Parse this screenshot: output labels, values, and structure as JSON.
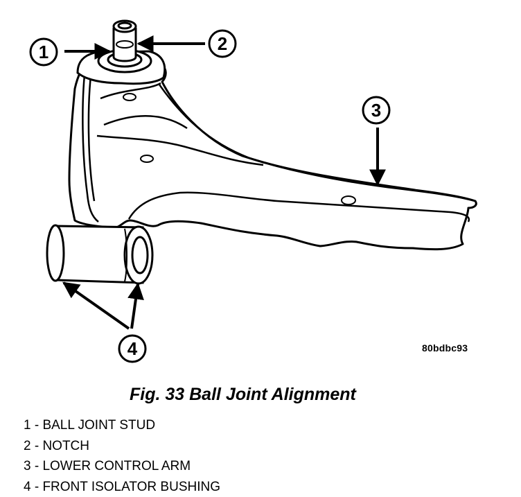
{
  "callouts": [
    {
      "number": "1"
    },
    {
      "number": "2"
    },
    {
      "number": "3"
    },
    {
      "number": "4"
    }
  ],
  "drawing_id": "80bdbc93",
  "caption": "Fig. 33 Ball Joint Alignment",
  "legend": [
    {
      "text": "1 - BALL JOINT STUD"
    },
    {
      "text": "2 - NOTCH"
    },
    {
      "text": "3 - LOWER CONTROL ARM"
    },
    {
      "text": "4 - FRONT ISOLATOR BUSHING"
    }
  ]
}
